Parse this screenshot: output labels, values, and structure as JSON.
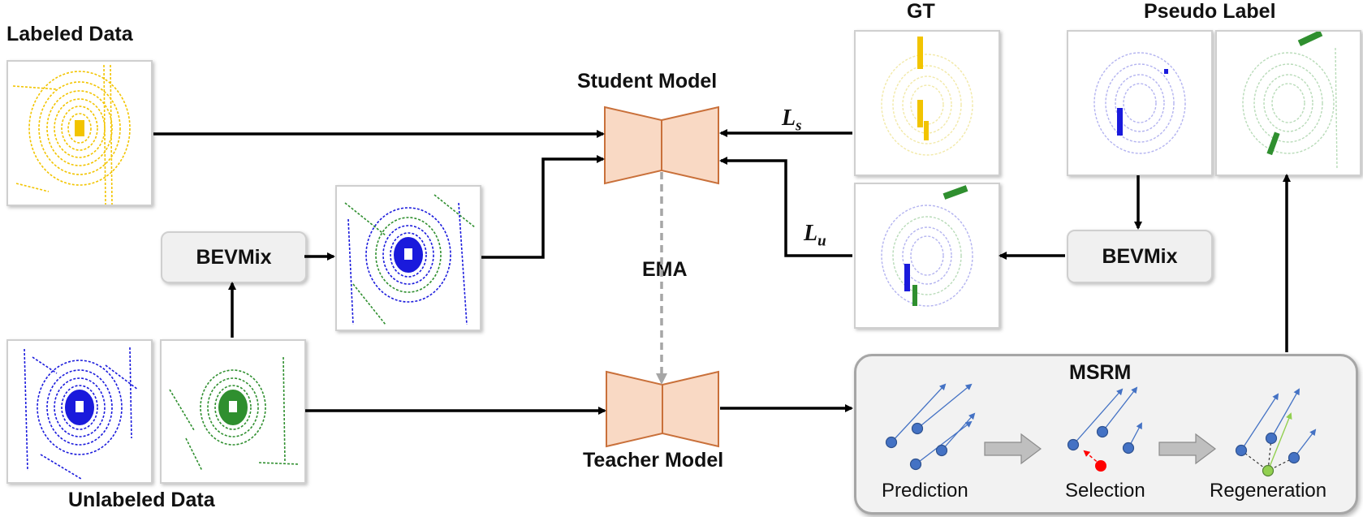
{
  "labels": {
    "labeled_data": "Labeled Data",
    "unlabeled_data": "Unlabeled Data",
    "student_model": "Student Model",
    "teacher_model": "Teacher Model",
    "gt": "GT",
    "pseudo_label": "Pseudo Label",
    "ema": "EMA",
    "loss_s": "L",
    "loss_s_sub": "s",
    "loss_u": "L",
    "loss_u_sub": "u"
  },
  "bevmix": {
    "left": "BEVMix",
    "right": "BEVMix"
  },
  "msrm": {
    "title": "MSRM",
    "steps": [
      "Prediction",
      "Selection",
      "Regeneration"
    ]
  },
  "colors": {
    "labeled": "#f2c400",
    "unlabeled_blue": "#1a1adc",
    "unlabeled_green": "#2f8f2f",
    "model_fill": "#f9d9c4",
    "model_stroke": "#c9703a",
    "ema_arrow": "#a6a6a6",
    "selection_dot": "#ff0000",
    "regeneration_dot": "#92d050",
    "prediction_dot": "#4472c4"
  },
  "icons": {
    "model": "encoder-decoder-bowtie-icon",
    "point_cloud": "lidar-bev-scan-icon",
    "process_arrow": "block-arrow-right-icon"
  }
}
